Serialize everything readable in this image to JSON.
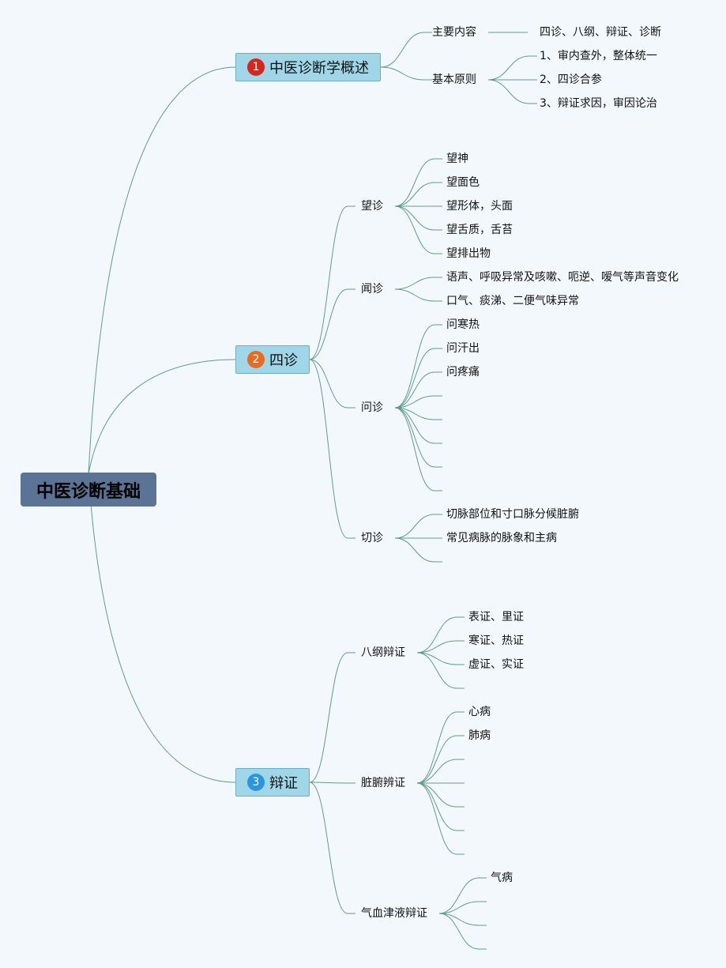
{
  "root": {
    "label": "中医诊断基础"
  },
  "branches": [
    {
      "number": "1",
      "label": "中医诊断学概述",
      "badge_color": "#d9261c"
    },
    {
      "number": "2",
      "label": "四诊",
      "badge_color": "#ea6a1e"
    },
    {
      "number": "3",
      "label": "辩证",
      "badge_color": "#2a96df"
    }
  ],
  "overview": {
    "main_content": {
      "label": "主要内容",
      "value": "四诊、八纲、辩证、诊断"
    },
    "basic_principles": {
      "label": "基本原则",
      "items": [
        "1、审内查外，整体统一",
        "2、四诊合参",
        "3、辩证求因，审因论治"
      ]
    }
  },
  "four_diagnoses": {
    "inspection": {
      "label": "望诊",
      "items": [
        "望神",
        "望面色",
        "望形体，头面",
        "望舌质，舌苔",
        "望排出物"
      ]
    },
    "listening": {
      "label": "闻诊",
      "items": [
        "语声、呼吸异常及咳嗽、呃逆、嗳气等声音变化",
        "口气、痰涕、二便气味异常"
      ]
    },
    "inquiry": {
      "label": "问诊",
      "items": [
        "问寒热",
        "问汗出",
        "问疼痛",
        "",
        "",
        "",
        "",
        ""
      ]
    },
    "palpation": {
      "label": "切诊",
      "items": [
        "切脉部位和寸口脉分候脏腑",
        "常见病脉的脉象和主病",
        ""
      ]
    }
  },
  "syndrome": {
    "eight_principles": {
      "label": "八纲辩证",
      "items": [
        "表证、里证",
        "寒证、热证",
        "虚证、实证",
        ""
      ]
    },
    "zangfu": {
      "label": "脏腑辨证",
      "items": [
        "心病",
        "肺病",
        "",
        "",
        "",
        "",
        ""
      ]
    },
    "qi_blood": {
      "label": "气血津液辩证",
      "items": [
        "气病",
        "",
        "",
        ""
      ]
    }
  },
  "colors": {
    "line": "#5f9e86",
    "background": "#f3f8fc",
    "root_fill": "#5b7394",
    "branch_fill": "#9fd6e8"
  }
}
